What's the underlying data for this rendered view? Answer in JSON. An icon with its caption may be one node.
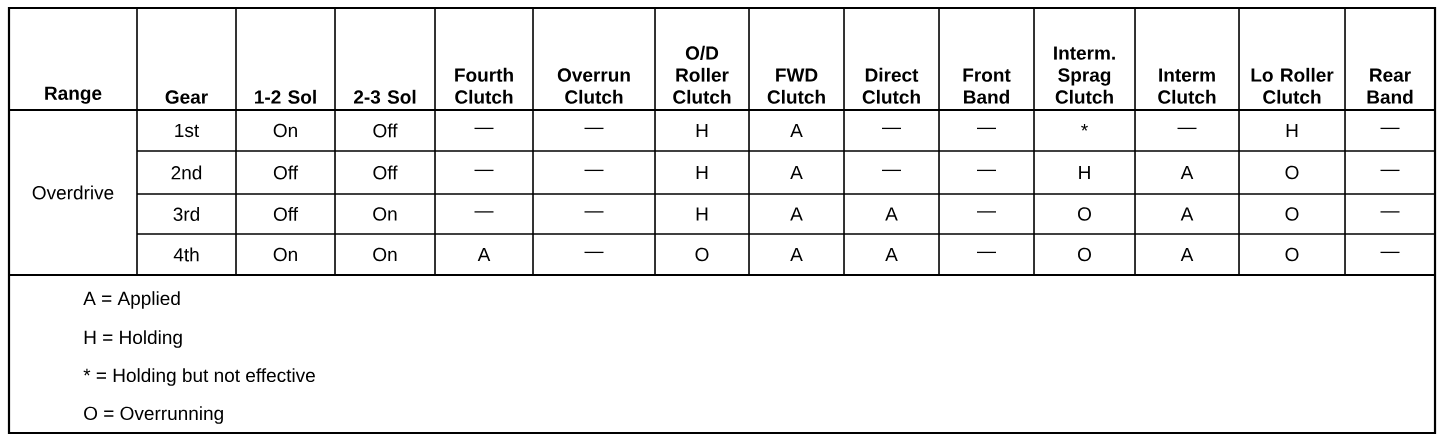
{
  "diagram": {
    "labels": [
      "Range",
      "Gear",
      "1-2 Sol",
      "2-3 Sol",
      "Fourth Clutch",
      "Overrun Clutch",
      "O/D Roller Clutch",
      "FWD Clutch",
      "Direct Clutch",
      "Front Band",
      "Interm. Sprag Clutch",
      "Interm Clutch",
      "Lo Roller Clutch",
      "Rear Band",
      "Overdrive",
      "1st",
      "On",
      "Off",
      "—",
      "—",
      "H",
      "A",
      "—",
      "—",
      "*",
      "—",
      "H",
      "—",
      "2nd",
      "Off",
      "Off",
      "—",
      "—",
      "H",
      "A",
      "—",
      "—",
      "H",
      "A",
      "O",
      "—",
      "3rd",
      "Off",
      "On",
      "—",
      "—",
      "H",
      "A",
      "A",
      "—",
      "O",
      "A",
      "O",
      "—",
      "4th",
      "On",
      "On",
      "A",
      "—",
      "O",
      "A",
      "A",
      "—",
      "O",
      "A",
      "O",
      "—",
      "A = Applied",
      "H = Holding",
      "* = Holding but not effective",
      "O = Overrunning"
    ]
  }
}
